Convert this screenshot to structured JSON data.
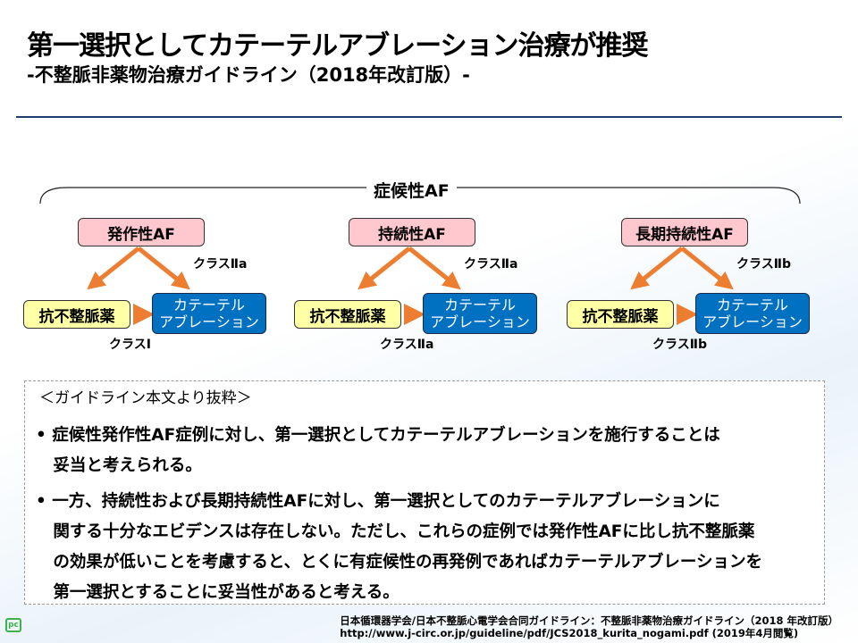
{
  "title": "第一選択としてカテーテルアブレーション治療が推奨",
  "subtitle": "-不整脈非薬物治療ガイドライン（2018年改訂版）-",
  "diagram": {
    "root_label": "症候性AF",
    "groups": [
      {
        "type": "発作性AF",
        "drug": "抗不整脈薬",
        "ablation_line1": "カテーテル",
        "ablation_line2": "アブレーション",
        "class_ablation": "クラスⅡa",
        "class_drug_to_ablation": "クラスⅠ"
      },
      {
        "type": "持続性AF",
        "drug": "抗不整脈薬",
        "ablation_line1": "カテーテル",
        "ablation_line2": "アブレーション",
        "class_ablation": "クラスⅡa",
        "class_drug_to_ablation": "クラスⅡa"
      },
      {
        "type": "長期持続性AF",
        "drug": "抗不整脈薬",
        "ablation_line1": "カテーテル",
        "ablation_line2": "アブレーション",
        "class_ablation": "クラスⅡb",
        "class_drug_to_ablation": "クラスⅡb"
      }
    ],
    "arrow_color": "#ed7d31"
  },
  "excerpt": {
    "heading": "＜ガイドライン本文より抜粋＞",
    "bullets": [
      {
        "lines": [
          "•  症候性発作性AF症例に対し、第一選択としてカテーテルアブレーションを施行することは",
          "   妥当と考えられる。"
        ]
      },
      {
        "lines": [
          "•  一方、持続性および長期持続性AFに対し、第一選択としてのカテーテルアブレーションに",
          "   関する十分なエビデンスは存在しない。ただし、これらの症例では発作性AFに比し抗不整脈薬",
          "   の効果が低いことを考慮すると、とくに有症候性の再発例であればカテーテルアブレーションを",
          "   第一選択とすることに妥当性があると考える。"
        ]
      }
    ]
  },
  "citation": {
    "line1": "日本循環器学会/日本不整脈心電学会合同ガイドライン：不整脈非薬物治療ガイドライン（2018 年改訂版）",
    "line2": "http://www.j-circ.or.jp/guideline/pdf/JCS2018_kurita_nogami.pdf (2019年4月閲覧)"
  },
  "logo_text": "pc"
}
